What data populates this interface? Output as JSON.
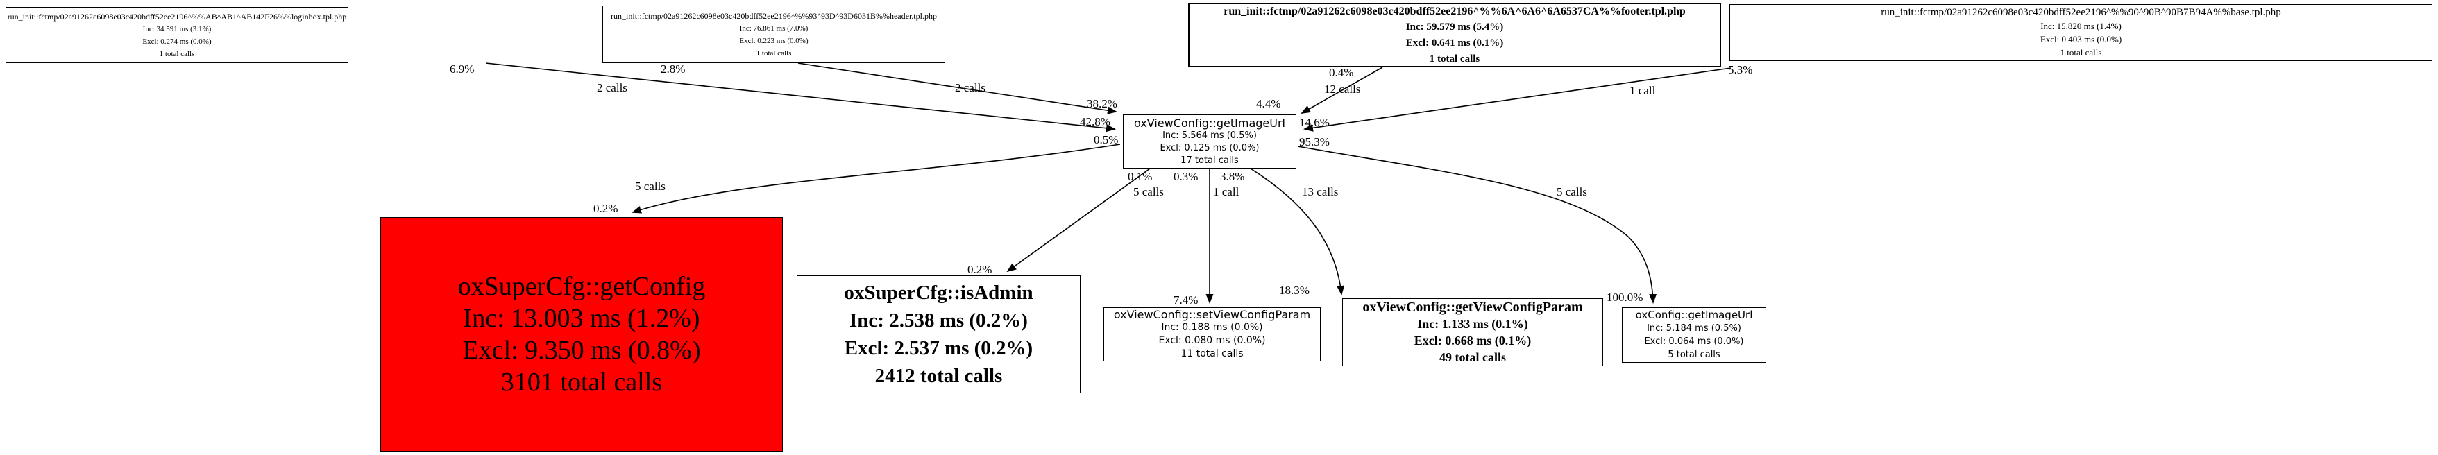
{
  "colors": {
    "hot_node_fill": "#ff0000",
    "node_fill": "#ffffff",
    "node_border": "#000000",
    "edge": "#000000",
    "background": "#ffffff"
  },
  "nodes": {
    "loginbox_tpl": {
      "title": "run_init::fctmp/02a91262c6098e03c420bdff52ee2196^%%AB^AB1^AB142F26%%loginbox.tpl.php",
      "inc": "Inc: 34.591 ms (3.1%)",
      "excl": "Excl: 0.274 ms (0.0%)",
      "calls": "1 total calls"
    },
    "header_tpl": {
      "title": "run_init::fctmp/02a91262c6098e03c420bdff52ee2196^%%93^93D^93D6031B%%header.tpl.php",
      "inc": "Inc: 76.861 ms (7.0%)",
      "excl": "Excl: 0.223 ms (0.0%)",
      "calls": "1 total calls"
    },
    "footer_tpl": {
      "title": "run_init::fctmp/02a91262c6098e03c420bdff52ee2196^%%6A^6A6^6A6537CA%%footer.tpl.php",
      "inc": "Inc: 59.579 ms (5.4%)",
      "excl": "Excl: 0.641 ms (0.1%)",
      "calls": "1 total calls"
    },
    "base_tpl": {
      "title": "run_init::fctmp/02a91262c6098e03c420bdff52ee2196^%%90^90B^90B7B94A%%base.tpl.php",
      "inc": "Inc: 15.820 ms (1.4%)",
      "excl": "Excl: 0.403 ms (0.0%)",
      "calls": "1 total calls"
    },
    "oxviewconfig_getimageurl": {
      "title": "oxViewConfig::getImageUrl",
      "inc": "Inc: 5.564 ms (0.5%)",
      "excl": "Excl: 0.125 ms (0.0%)",
      "calls": "17 total calls"
    },
    "oxsupercfg_getconfig": {
      "title": "oxSuperCfg::getConfig",
      "inc": "Inc: 13.003 ms (1.2%)",
      "excl": "Excl: 9.350 ms (0.8%)",
      "calls": "3101 total calls"
    },
    "oxsupercfg_isadmin": {
      "title": "oxSuperCfg::isAdmin",
      "inc": "Inc: 2.538 ms (0.2%)",
      "excl": "Excl: 2.537 ms (0.2%)",
      "calls": "2412 total calls"
    },
    "oxviewconfig_setviewconfigparam": {
      "title": "oxViewConfig::setViewConfigParam",
      "inc": "Inc: 0.188 ms (0.0%)",
      "excl": "Excl: 0.080 ms (0.0%)",
      "calls": "11 total calls"
    },
    "oxviewconfig_getviewconfigparam": {
      "title": "oxViewConfig::getViewConfigParam",
      "inc": "Inc: 1.133 ms (0.1%)",
      "excl": "Excl: 0.668 ms (0.1%)",
      "calls": "49 total calls"
    },
    "oxconfig_getimageurl": {
      "title": "oxConfig::getImageUrl",
      "inc": "Inc: 5.184 ms (0.5%)",
      "excl": "Excl: 0.064 ms (0.0%)",
      "calls": "5 total calls"
    }
  },
  "edges": {
    "loginbox_to_getimageurl": {
      "source_pct": "6.9%",
      "calls": "2 calls",
      "target_pct": "42.8%"
    },
    "header_to_getimageurl": {
      "source_pct": "2.8%",
      "calls": "2 calls",
      "target_pct": "38.2%"
    },
    "footer_to_getimageurl": {
      "source_pct": "0.4%",
      "calls": "12 calls",
      "target_pct": "4.4%"
    },
    "base_to_getimageurl": {
      "source_pct": "5.3%",
      "calls": "1 call",
      "target_pct": "14.6%"
    },
    "getimageurl_to_getconfig": {
      "source_pct": "0.5%",
      "calls": "5 calls",
      "target_pct": "0.2%"
    },
    "getimageurl_to_isadmin": {
      "source_pct": "0.1%",
      "calls": "5 calls",
      "target_pct": "0.2%"
    },
    "getimageurl_to_setviewconfigparam": {
      "source_pct": "0.3%",
      "calls": "1 call",
      "target_pct": "7.4%"
    },
    "getimageurl_to_getviewconfigparam": {
      "source_pct": "3.8%",
      "calls": "13 calls",
      "target_pct": "18.3%"
    },
    "getimageurl_to_oxconfig_getimageurl": {
      "source_pct": "95.3%",
      "calls": "5 calls",
      "target_pct": "100.0%"
    }
  }
}
